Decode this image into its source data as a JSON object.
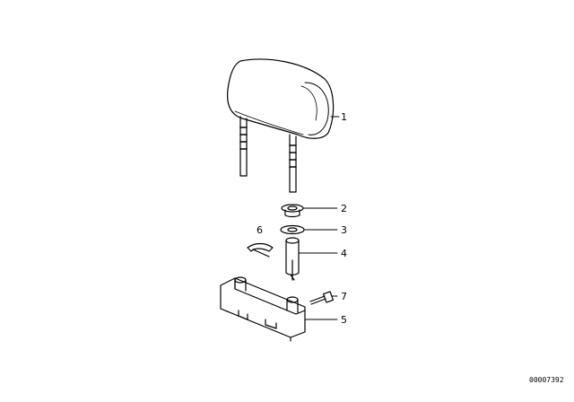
{
  "callouts": [
    {
      "id": "1",
      "label": "1"
    },
    {
      "id": "2",
      "label": "2"
    },
    {
      "id": "3",
      "label": "3"
    },
    {
      "id": "4",
      "label": "4"
    },
    {
      "id": "5",
      "label": "5"
    },
    {
      "id": "6",
      "label": "6"
    },
    {
      "id": "7",
      "label": "7"
    }
  ],
  "reference_code": "00007392",
  "colors": {
    "line": "#000000",
    "background": "#ffffff"
  }
}
